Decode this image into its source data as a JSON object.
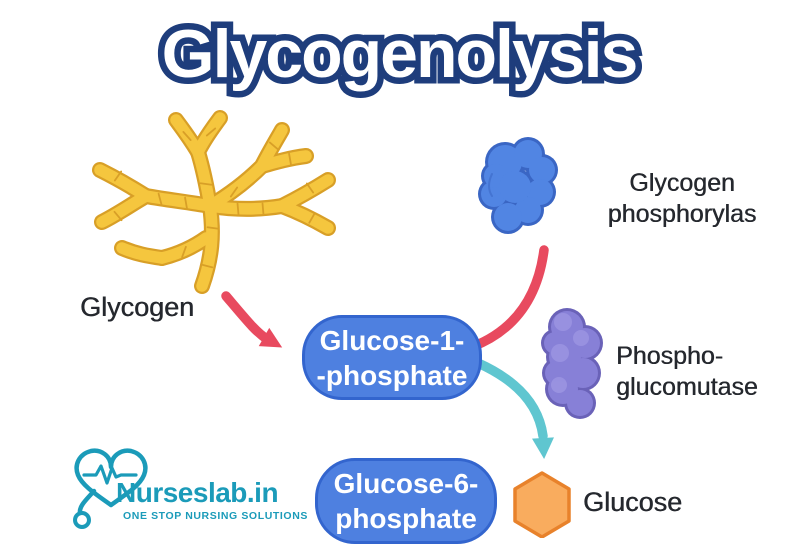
{
  "title": "Glycogenolysis",
  "nodes": {
    "glycogen": "Glycogen",
    "glucose1p_line1": "Glucose-1-",
    "glucose1p_line2": "-phosphate",
    "glucose6p_line1": "Glucose-6-",
    "glucose6p_line2": "phosphate",
    "glucose": "Glucose"
  },
  "enzymes": {
    "phosphorylase_line1": "Glycogen",
    "phosphorylase_line2": "phosphorylas",
    "phosphoglucomutase_line1": "Phospho-",
    "phosphoglucomutase_line2": "glucomutase"
  },
  "flows": [
    {
      "from": "Glycogen",
      "to": "Glucose-1-phosphate",
      "arrow_color": "#E84A5F"
    },
    {
      "from": "Glycogen phosphorylase",
      "to": "Glucose-1-phosphate",
      "arrow_color": "#E84A5F"
    },
    {
      "from": "Glucose-1-phosphate",
      "to": "Glucose-6-phosphate / Glucose",
      "arrow_color": "#5FC6D0"
    }
  ],
  "logo": {
    "brand": "Nurseslab.in",
    "tagline": "ONE STOP NURSING SOLUTIONS"
  },
  "icons": {
    "glycogen": "branched-glycogen-molecule-icon",
    "glycogen_phosphorylase": "blue-enzyme-blob-icon",
    "phosphoglucomutase": "purple-enzyme-blob-icon",
    "glucose": "orange-hexagon-icon",
    "logo": "heart-ekg-stethoscope-icon"
  },
  "colors": {
    "title_navy": "#1E3D7C",
    "arrow_red": "#E84A5F",
    "arrow_teal": "#5FC6D0",
    "pill_fill": "#4E80E0",
    "pill_border": "#3365CE",
    "blob_blue_fill": "#5185E3",
    "blob_blue_border": "#3A66C4",
    "blob_purple_fill": "#8780D7",
    "blob_purple_border": "#6A62B8",
    "hexagon_fill": "#F9AC5E",
    "hexagon_border": "#E8822B",
    "glycogen_yellow": "#F5C63E",
    "glycogen_outline": "#D89F27",
    "label_dark": "#25282E",
    "logo_teal": "#1B9BB9"
  }
}
